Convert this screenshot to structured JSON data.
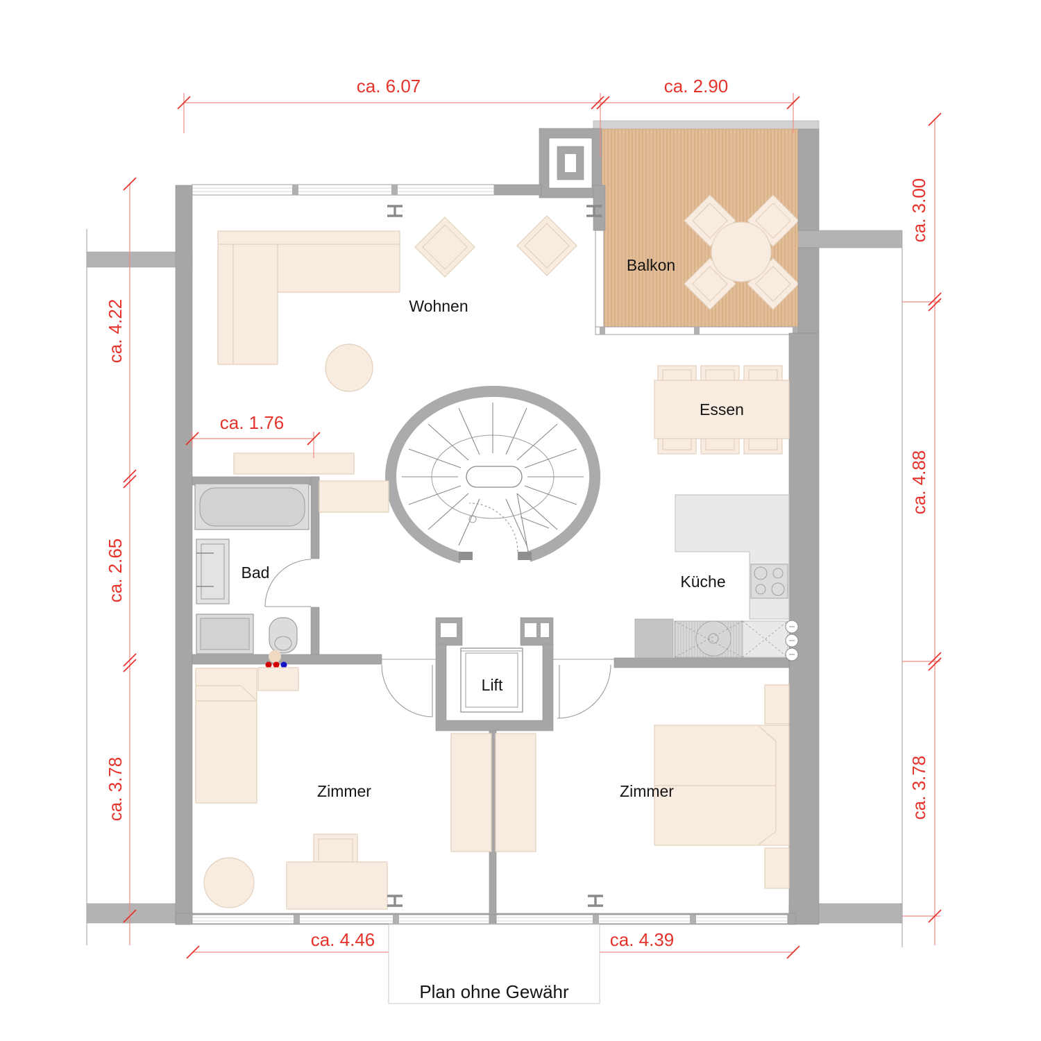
{
  "plan": {
    "rooms": [
      {
        "id": "wohnen",
        "label": "Wohnen"
      },
      {
        "id": "balkon",
        "label": "Balkon"
      },
      {
        "id": "essen",
        "label": "Essen"
      },
      {
        "id": "bad",
        "label": "Bad"
      },
      {
        "id": "kueche",
        "label": "Küche"
      },
      {
        "id": "lift",
        "label": "Lift"
      },
      {
        "id": "zimmer-links",
        "label": "Zimmer"
      },
      {
        "id": "zimmer-rechts",
        "label": "Zimmer"
      }
    ],
    "dimensions": {
      "top_left": "ca. 6.07",
      "top_right": "ca. 2.90",
      "left_top": "ca. 4.22",
      "left_middle": "ca. 2.65",
      "left_bottom": "ca. 3.78",
      "right_top": "ca. 3.00",
      "right_middle": "ca. 4.88",
      "right_bottom": "ca. 3.78",
      "bottom_left": "ca. 4.46",
      "bottom_right": "ca. 4.39",
      "interior_sideboard": "ca. 1.76"
    },
    "footer": {
      "disclaimer": "Plan ohne Gewähr"
    },
    "colors": {
      "wall": "#a6a6a6",
      "dimension_red": "#e5332b",
      "dimension_line": "#ee8c84",
      "furniture_fill": "#f8ece1",
      "furniture_border": "#e3d0bc",
      "balcony_deck": "#e3bd97",
      "balcony_deck_stripe": "#d5ab82",
      "fixture_gray": "#dcdcdc",
      "counter_gray": "#e9e9e9",
      "dot_red": "#d40000",
      "dot_blue": "#1414cc"
    }
  }
}
